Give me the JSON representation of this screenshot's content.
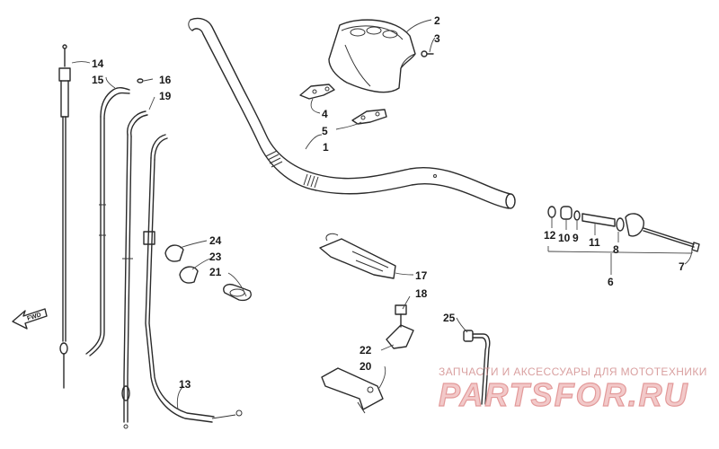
{
  "callouts": [
    {
      "id": "1",
      "text": "1"
    },
    {
      "id": "2",
      "text": "2"
    },
    {
      "id": "3",
      "text": "3"
    },
    {
      "id": "4",
      "text": "4"
    },
    {
      "id": "5",
      "text": "5"
    },
    {
      "id": "6",
      "text": "6"
    },
    {
      "id": "7",
      "text": "7"
    },
    {
      "id": "8",
      "text": "8"
    },
    {
      "id": "9",
      "text": "9"
    },
    {
      "id": "10",
      "text": "10"
    },
    {
      "id": "11",
      "text": "11"
    },
    {
      "id": "12",
      "text": "12"
    },
    {
      "id": "13",
      "text": "13"
    },
    {
      "id": "14",
      "text": "14"
    },
    {
      "id": "15",
      "text": "15"
    },
    {
      "id": "16",
      "text": "16"
    },
    {
      "id": "17",
      "text": "17"
    },
    {
      "id": "18",
      "text": "18"
    },
    {
      "id": "19",
      "text": "19"
    },
    {
      "id": "20",
      "text": "20"
    },
    {
      "id": "21",
      "text": "21"
    },
    {
      "id": "22",
      "text": "22"
    },
    {
      "id": "23",
      "text": "23"
    },
    {
      "id": "24",
      "text": "24"
    },
    {
      "id": "25",
      "text": "25"
    }
  ],
  "direction_arrow": {
    "text": "FWD"
  },
  "watermark": {
    "caption": "ЗАПЧАСТИ И АКСЕССУАРЫ ДЛЯ МОТОТЕХНИКИ",
    "logo": "PARTSFOR.RU",
    "color": "#e39a9a"
  }
}
